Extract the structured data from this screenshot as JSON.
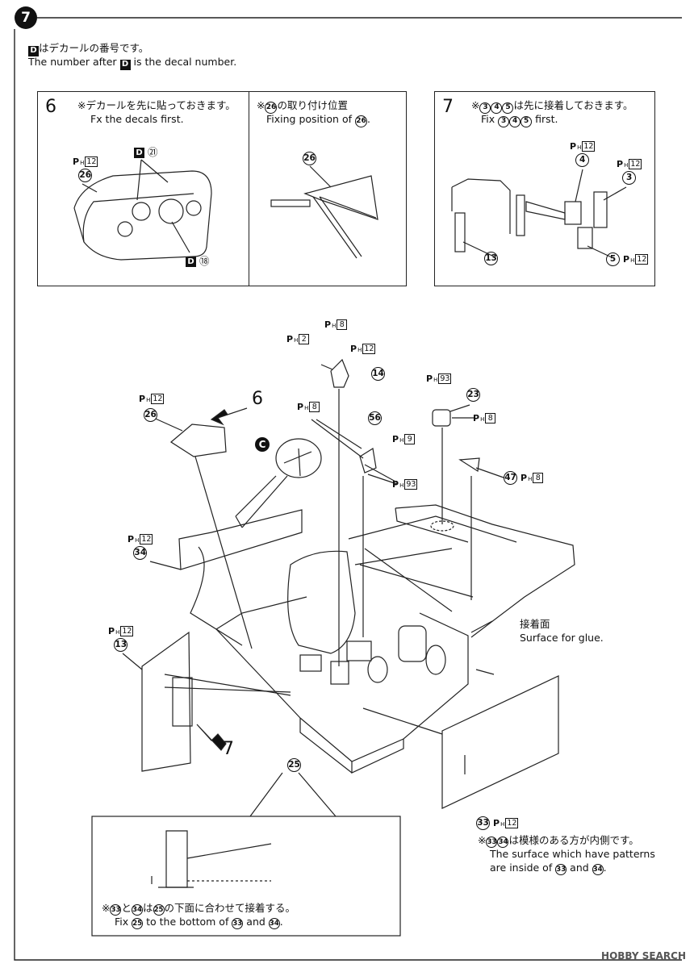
{
  "step": "7",
  "note": {
    "jp_suffix": "はデカールの番号です。",
    "en_prefix": "The number after ",
    "en_suffix": " is the decal number.",
    "d_letter": "D"
  },
  "box6": {
    "num": "6",
    "jp": "※デカールを先に貼っておきます。",
    "en": "Fx the decals first.",
    "ph": "12",
    "part": "26",
    "decal_top": "㉑",
    "decal_bottom": "⑱"
  },
  "box_mid": {
    "jp_prefix": "※",
    "jp_suffix": "の取り付け位置",
    "en_prefix": "Fixing position of ",
    "part": "26"
  },
  "box7": {
    "num": "7",
    "jp_prefix": "※",
    "jp_suffix": "は先に接着しておきます。",
    "en_prefix": "Fix ",
    "en_suffix": " first.",
    "parts": [
      "3",
      "4",
      "5"
    ],
    "ph": "12",
    "part13": "13"
  },
  "main": {
    "ph8": "8",
    "ph2": "2",
    "ph12": "12",
    "ph93": "93",
    "ph9": "9",
    "p14": "14",
    "p23": "23",
    "p56": "56",
    "p47": "47",
    "p26": "26",
    "p34": "34",
    "p13": "13",
    "p25": "25",
    "p33": "33",
    "arrow6": "6",
    "arrow7": "7",
    "c_label": "C",
    "glue_jp": "接着面",
    "glue_en": "Surface for glue."
  },
  "note33": {
    "jp_suffix": "は模様のある方が内側です。",
    "en1": "The surface which have patterns",
    "en2_prefix": "are inside of ",
    "en2_mid": " and ",
    "en2_suffix": "."
  },
  "bottom_box": {
    "jp_mid1": "と",
    "jp_mid2": "は",
    "jp_suffix": "の下面に合わせて接着する。",
    "en_prefix": "Fix ",
    "en_mid": " to the bottom of ",
    "en_mid2": " and ",
    "en_suffix": "."
  },
  "watermark": "HOBBY SEARCH"
}
